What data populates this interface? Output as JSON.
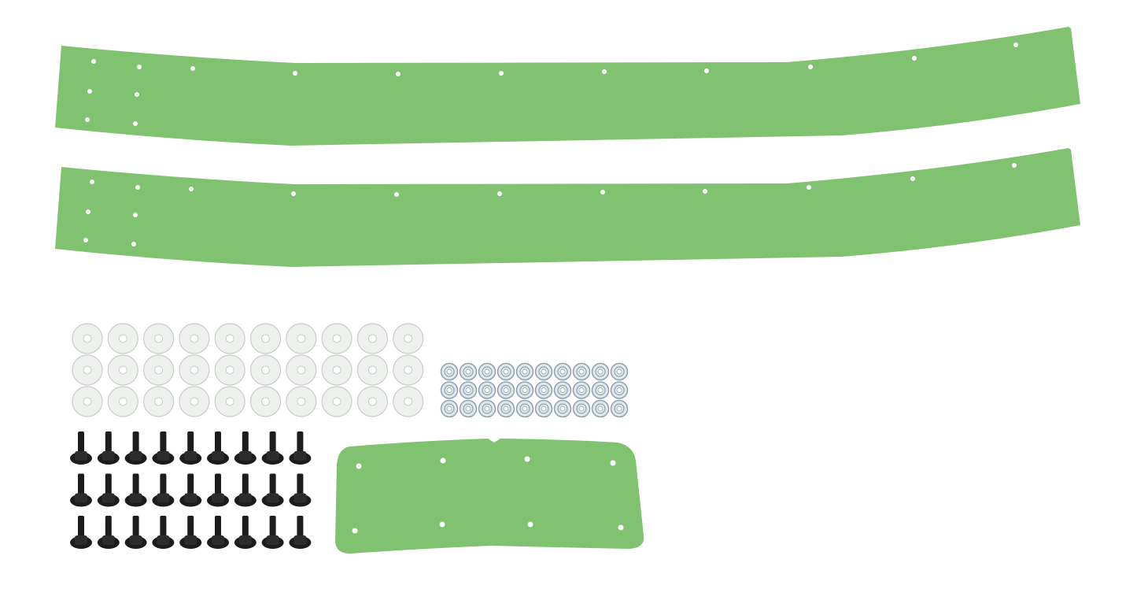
{
  "colors": {
    "plastic": "#80c270",
    "washer": "#eef0ee",
    "washer_edge": "#c9cdc9",
    "nut": "#dfe8ec",
    "nut_edge": "#8fa3ad",
    "bolt": "#1c1c1c"
  },
  "kit": {
    "long_strips": 2,
    "center_plate": 1,
    "washers": 30,
    "nuts": 30,
    "bolts": 27
  }
}
